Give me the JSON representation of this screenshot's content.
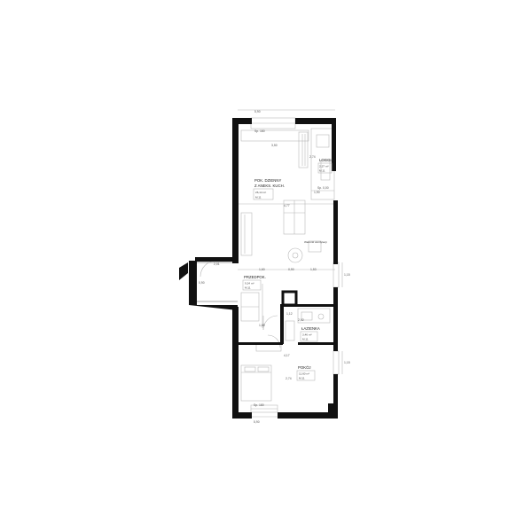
{
  "plan": {
    "rooms": [
      {
        "name": "POK. DZIENNY",
        "name2": "Z ANEKS. KUCH.",
        "area": "26,14 m²",
        "code": "M.11"
      },
      {
        "name": "LOGGIA",
        "area": "2,37 m²",
        "code": "M.11"
      },
      {
        "name": "PRZEDPOK.",
        "area": "9,24 m²",
        "code": "M.11"
      },
      {
        "name": "ŁAZIENKA",
        "area": "3,46 m²",
        "code": "M.11"
      },
      {
        "name": "POKÓJ",
        "area": "11,60 m²",
        "code": "M.11"
      }
    ],
    "dims": {
      "top_outer": "5,90",
      "top_inner": "Sp. 180",
      "kitchen_w": "3,50",
      "kitchen_h": "2,74",
      "living_w": "4,77",
      "hall_a": "1,60",
      "hall_b": "0,90",
      "hall_c": "1,53",
      "entry": "2,01",
      "entry_side": "0,90",
      "bath_a": "1,69",
      "bath_b": "1,12",
      "bath_c": "2,02",
      "room_w": "4,17",
      "room_h": "2,74",
      "bottom_inner": "Sp. 180",
      "bottom_outer": "5,90",
      "right_1": "1,15",
      "right_2": "1,15",
      "loggia_h": "1,90",
      "loggia_note": "Sp. 0,00",
      "note": "Warunki wentylacji"
    },
    "colors": {
      "wall": "#111111",
      "line": "#b8b8b8"
    }
  }
}
